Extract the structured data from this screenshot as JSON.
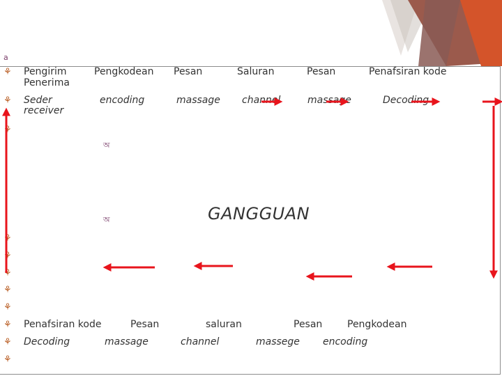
{
  "top_row": {
    "pengirim": "Pengirim",
    "penerima": "Penerima",
    "pengkodean": "Pengkodean",
    "pesan1": "Pesan",
    "saluran": "Saluran",
    "pesan2": "Pesan",
    "penafsiran": "Penafsiran kode"
  },
  "second_row": {
    "seder": "Seder",
    "receiver": "receiver",
    "encoding": "encoding",
    "massage1": "massage",
    "channel": "channel",
    "massage2": "massage",
    "decoding": "Decoding"
  },
  "noise_label": "GANGGUAN",
  "bottom_row": {
    "penafsiran": "Penafsiran kode",
    "pesan1": "Pesan",
    "saluran": "saluran",
    "pesan2": "Pesan",
    "pengkodean": "Pengkodean"
  },
  "bottom_row2": {
    "decoding": "Decoding",
    "massage": "massage",
    "channel": "channel",
    "massege": "massege",
    "encoding": "encoding"
  },
  "colors": {
    "arrow": "#e8141c",
    "accent": "#c8502a",
    "bullet": "#b85a1f"
  },
  "icons": {
    "bullet": "leaf-bullet-icon",
    "small_bullet": "small-glyph-icon"
  }
}
